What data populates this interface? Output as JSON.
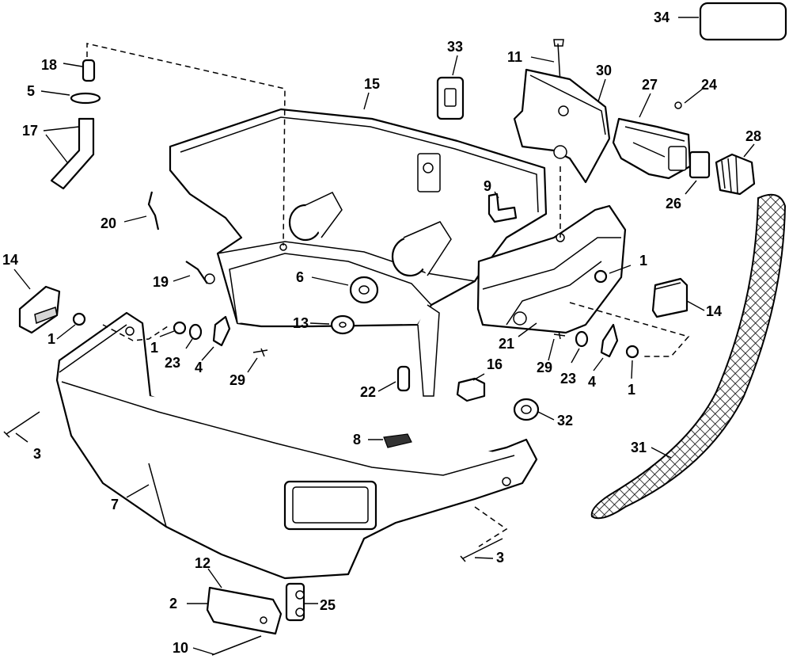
{
  "callouts": [
    {
      "id": "c34",
      "text": "34"
    },
    {
      "id": "c33",
      "text": "33"
    },
    {
      "id": "c11",
      "text": "11"
    },
    {
      "id": "c30",
      "text": "30"
    },
    {
      "id": "c27",
      "text": "27"
    },
    {
      "id": "c24",
      "text": "24"
    },
    {
      "id": "c18",
      "text": "18"
    },
    {
      "id": "c5",
      "text": "5"
    },
    {
      "id": "c15",
      "text": "15"
    },
    {
      "id": "c17",
      "text": "17"
    },
    {
      "id": "c28",
      "text": "28"
    },
    {
      "id": "c9",
      "text": "9"
    },
    {
      "id": "c26",
      "text": "26"
    },
    {
      "id": "c20",
      "text": "20"
    },
    {
      "id": "c14a",
      "text": "14"
    },
    {
      "id": "c1a",
      "text": "1"
    },
    {
      "id": "c6",
      "text": "6"
    },
    {
      "id": "c19",
      "text": "19"
    },
    {
      "id": "c13",
      "text": "13"
    },
    {
      "id": "c14b",
      "text": "14"
    },
    {
      "id": "c1b",
      "text": "1"
    },
    {
      "id": "c1c",
      "text": "1"
    },
    {
      "id": "c23a",
      "text": "23"
    },
    {
      "id": "c4a",
      "text": "4"
    },
    {
      "id": "c21",
      "text": "21"
    },
    {
      "id": "c29a",
      "text": "29"
    },
    {
      "id": "c23b",
      "text": "23"
    },
    {
      "id": "c4b",
      "text": "4"
    },
    {
      "id": "c1d",
      "text": "1"
    },
    {
      "id": "c29b",
      "text": "29"
    },
    {
      "id": "c16",
      "text": "16"
    },
    {
      "id": "c22",
      "text": "22"
    },
    {
      "id": "c3a",
      "text": "3"
    },
    {
      "id": "c32",
      "text": "32"
    },
    {
      "id": "c8",
      "text": "8"
    },
    {
      "id": "c31",
      "text": "31"
    },
    {
      "id": "c7",
      "text": "7"
    },
    {
      "id": "c3b",
      "text": "3"
    },
    {
      "id": "c12",
      "text": "12"
    },
    {
      "id": "c2",
      "text": "2"
    },
    {
      "id": "c25",
      "text": "25"
    },
    {
      "id": "c10",
      "text": "10"
    }
  ]
}
